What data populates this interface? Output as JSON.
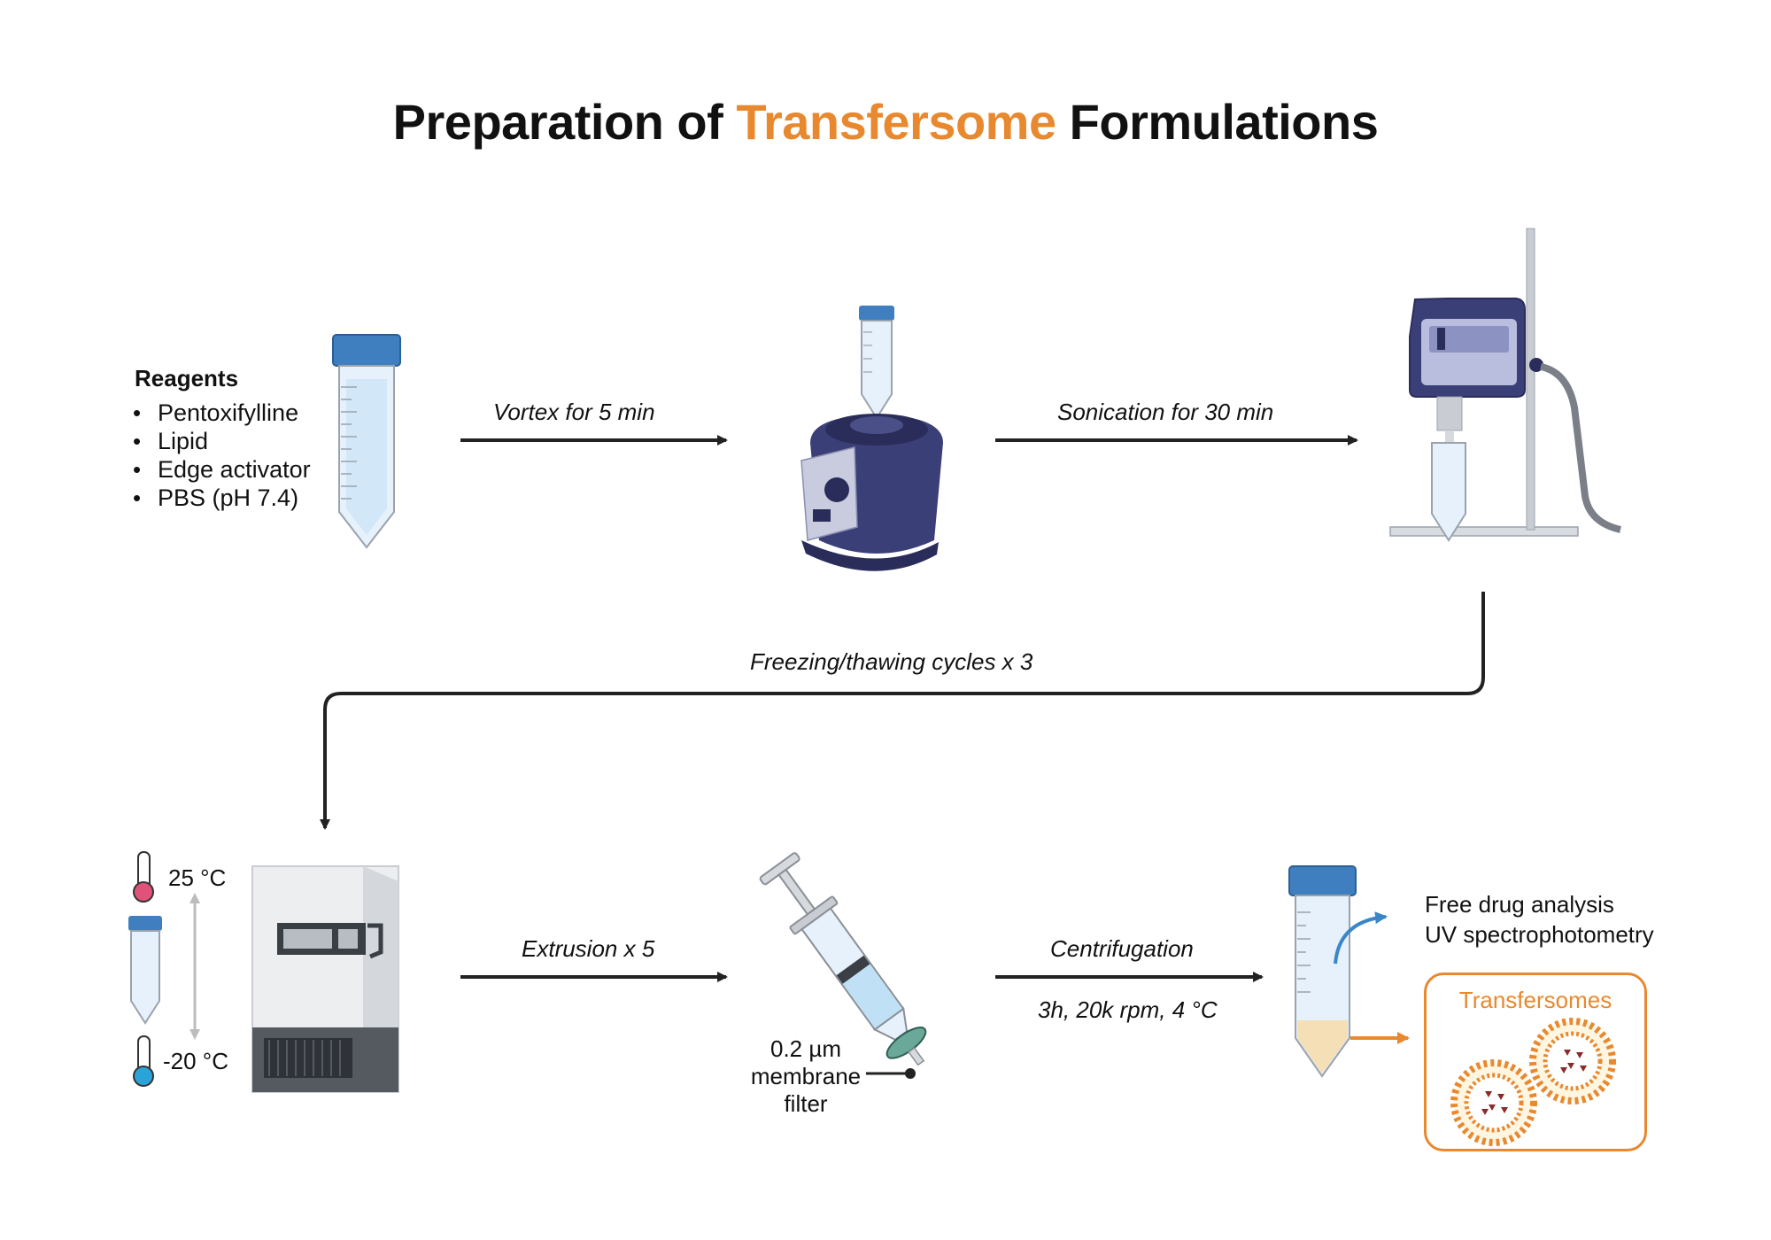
{
  "title": {
    "prefix": "Preparation of ",
    "highlight": "Transfersome",
    "suffix": " Formulations",
    "highlight_color": "#e8892f"
  },
  "reagents": {
    "heading": "Reagents",
    "items": [
      "Pentoxifylline",
      "Lipid",
      "Edge activator",
      "PBS (pH 7.4)"
    ]
  },
  "steps": {
    "vortex": "Vortex for 5 min",
    "sonication": "Sonication for 30 min",
    "freeze_thaw": "Freezing/thawing cycles x 3",
    "extrusion": "Extrusion x 5",
    "centrifugation": "Centrifugation",
    "centrifugation_conditions": "3h, 20k rpm, 4 °C"
  },
  "temperatures": {
    "high": "25 °C",
    "low": "-20 °C"
  },
  "filter": {
    "line1": "0.2 µm",
    "line2": "membrane",
    "line3": "filter"
  },
  "outputs": {
    "free_drug_line1": "Free drug analysis",
    "free_drug_line2": "UV spectrophotometry",
    "transfersomes": "Transfersomes"
  },
  "icons": [
    "tube-icon",
    "vortex-mixer-icon",
    "sonicator-icon",
    "thermometer-icon",
    "freezer-icon",
    "syringe-filter-icon",
    "centrifuge-tube-icon",
    "liposome-icon"
  ],
  "colors": {
    "accent": "#e8892f",
    "cap_blue": "#3f7fbf",
    "device_navy": "#3b3f78",
    "arrow_blue": "#3a86c8"
  }
}
